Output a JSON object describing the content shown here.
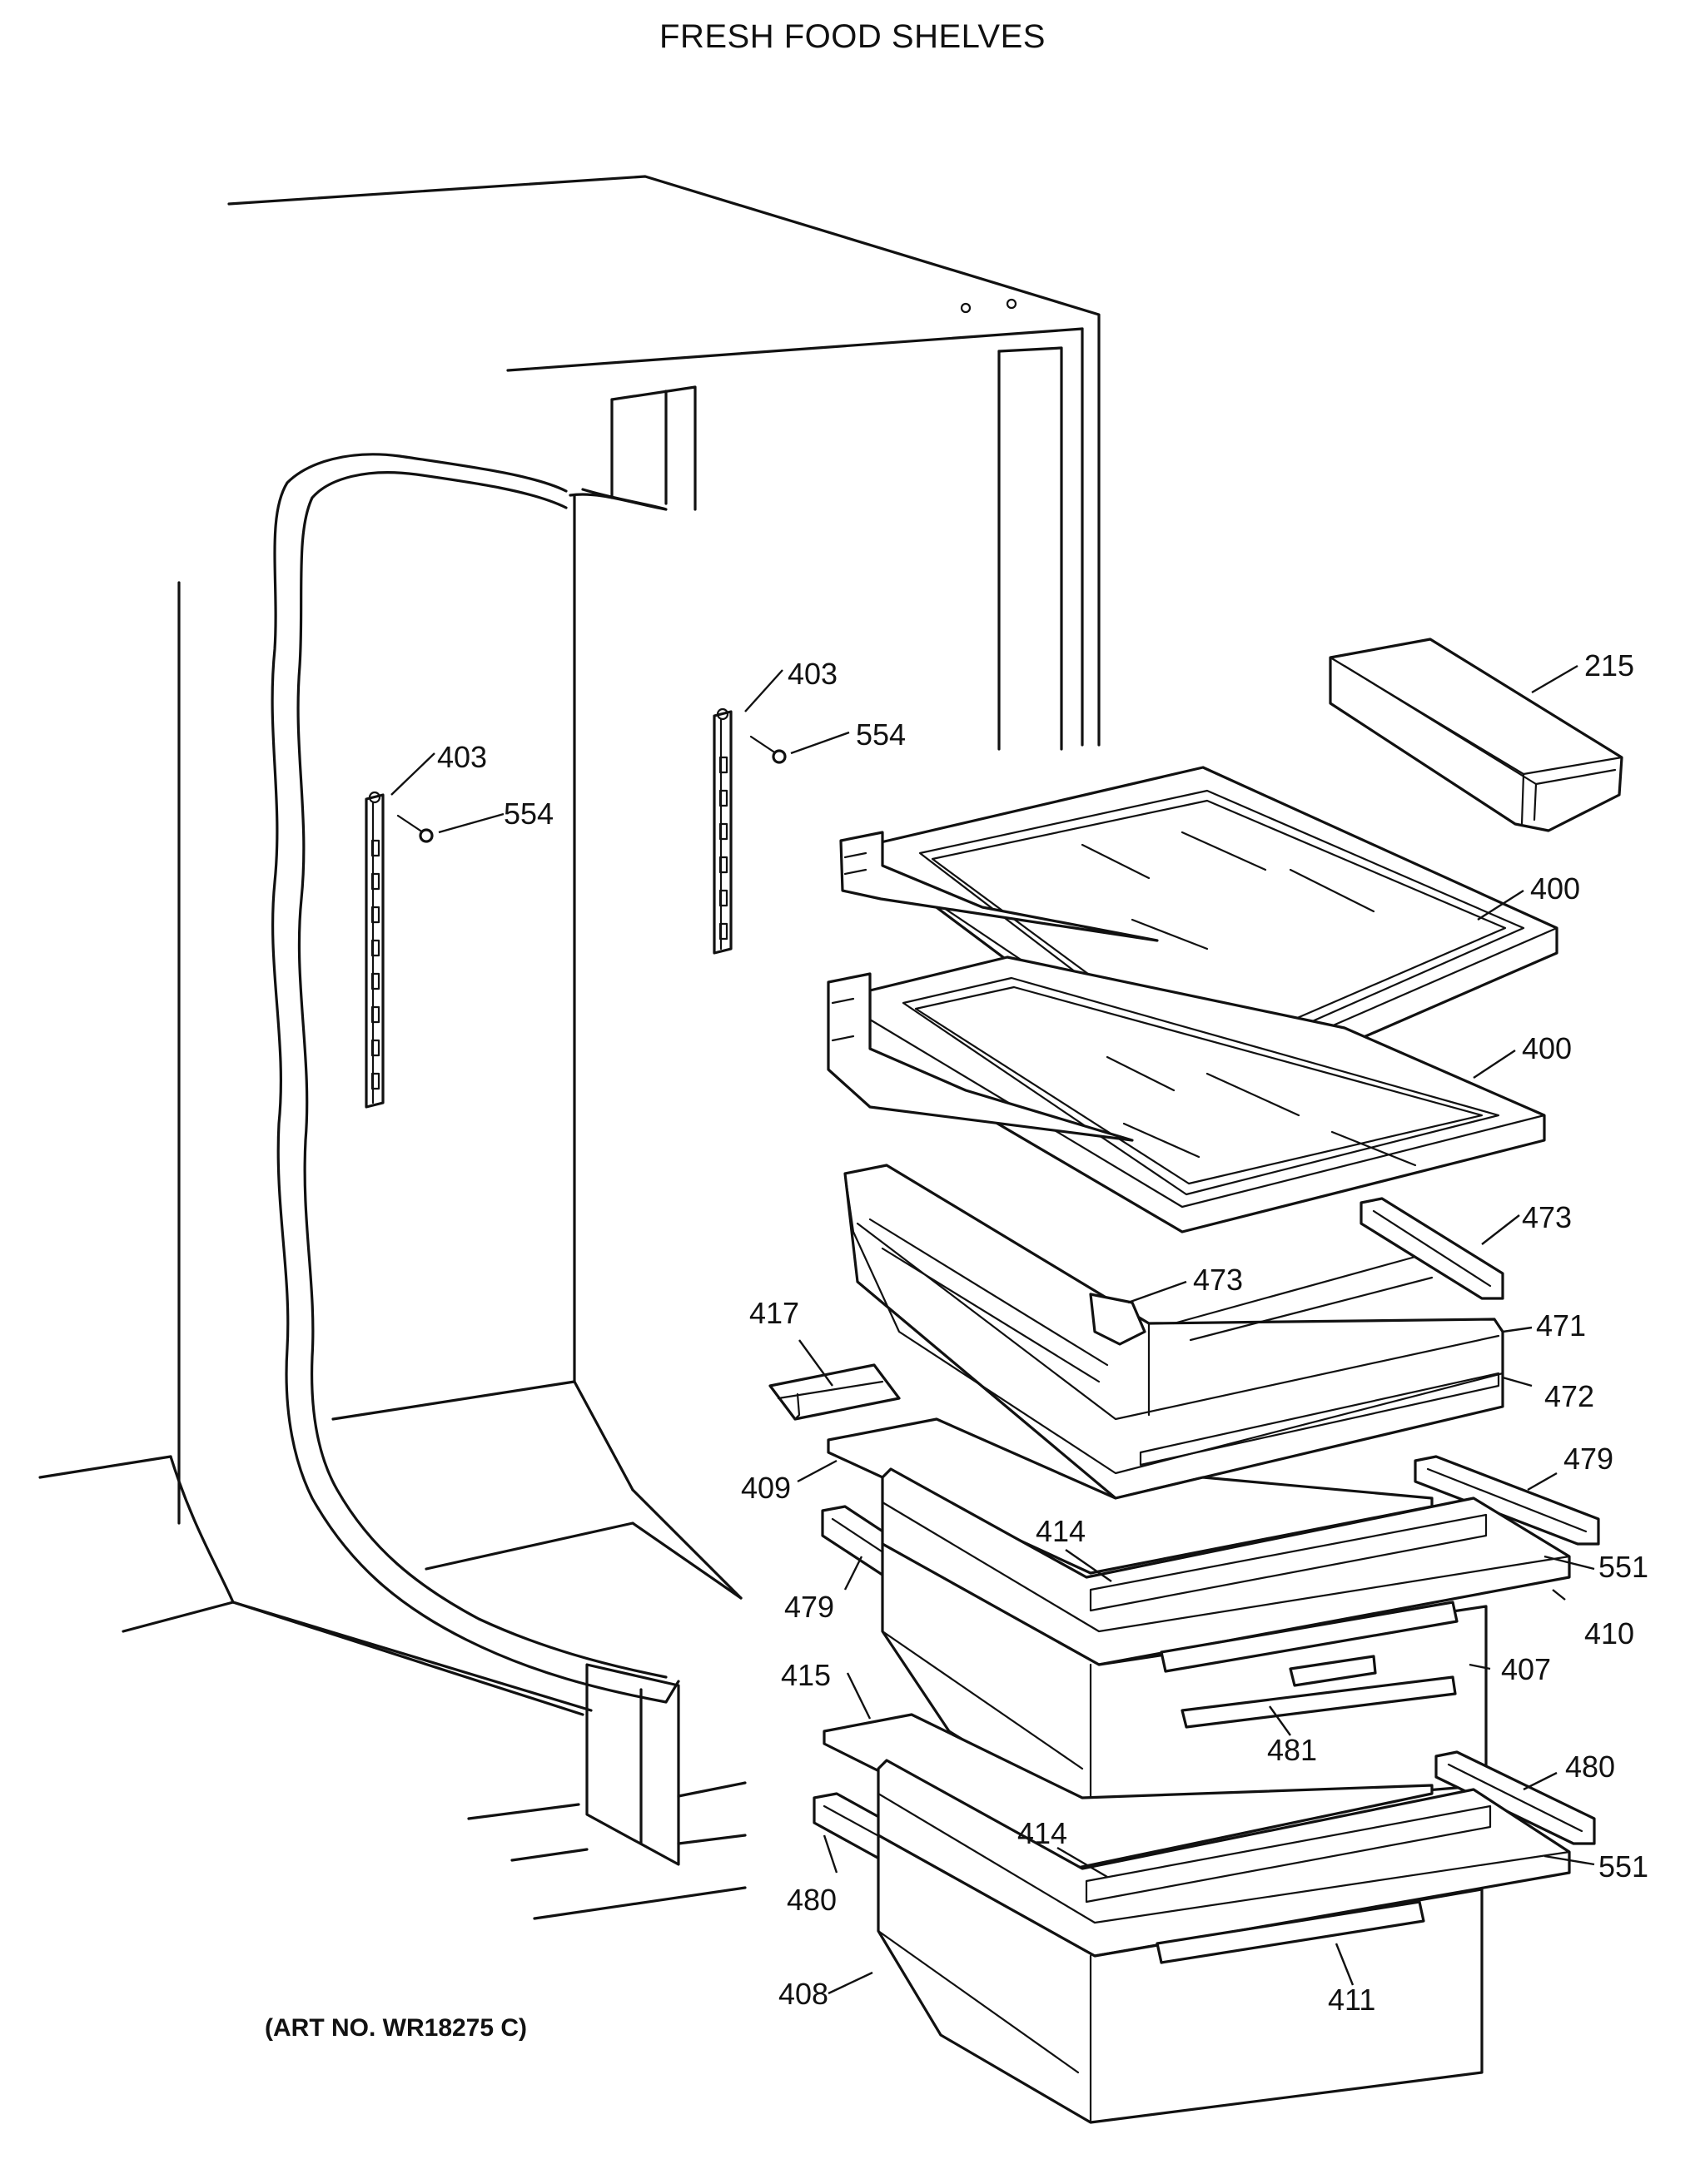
{
  "title": "FRESH FOOD SHELVES",
  "art_number": "(ART NO. WR18275 C)",
  "callouts": {
    "c215": "215",
    "c400a": "400",
    "c400b": "400",
    "c403a": "403",
    "c403b": "403",
    "c554a": "554",
    "c554b": "554",
    "c473a": "473",
    "c473b": "473",
    "c471": "471",
    "c472": "472",
    "c417": "417",
    "c409": "409",
    "c479a": "479",
    "c479b": "479",
    "c414a": "414",
    "c414b": "414",
    "c551a": "551",
    "c551b": "551",
    "c410": "410",
    "c407": "407",
    "c415": "415",
    "c481": "481",
    "c480a": "480",
    "c480b": "480",
    "c408": "408",
    "c411": "411"
  }
}
